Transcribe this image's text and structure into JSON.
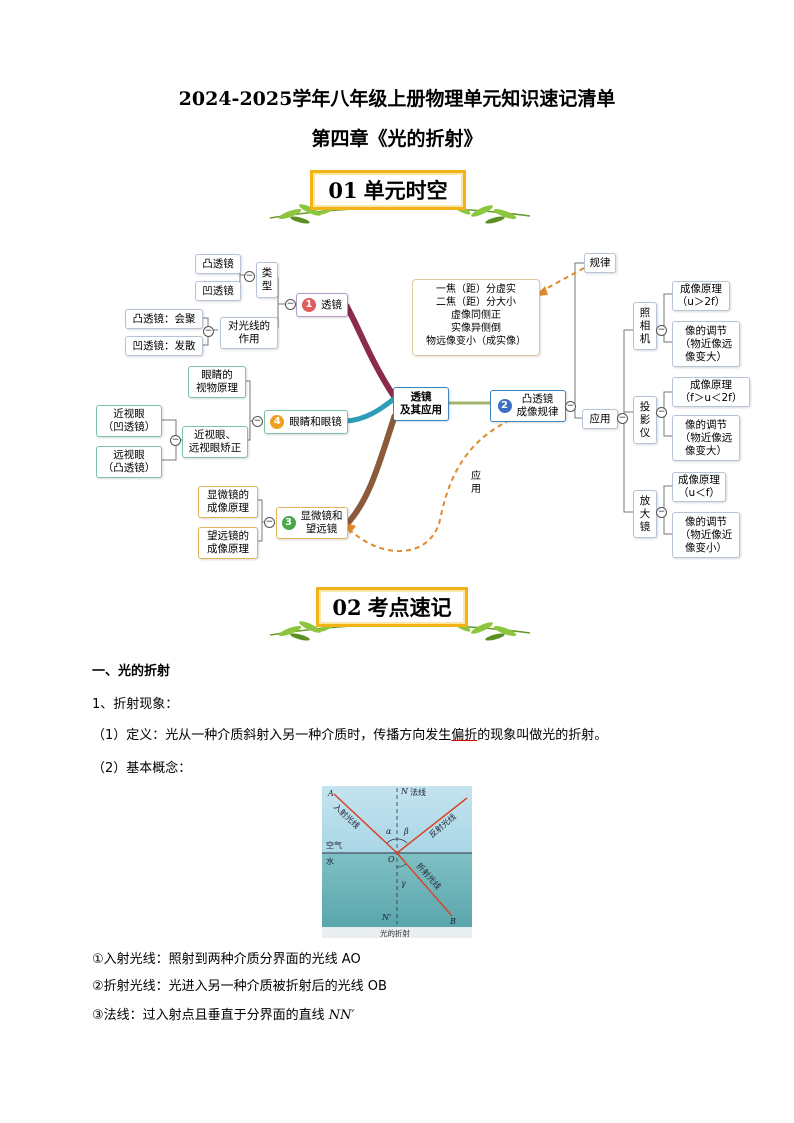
{
  "title": "2024-2025学年八年级上册物理单元知识速记清单",
  "subtitle": "第四章《光的折射》",
  "banner1": {
    "num": "01",
    "label": "单元时空"
  },
  "banner2": {
    "num": "02",
    "label": "考点速记"
  },
  "mindmap": {
    "center": "透镜\n及其应用",
    "b1": {
      "num": "1",
      "label": "透镜",
      "color": "#e05b5b"
    },
    "b2": {
      "num": "2",
      "label": "凸透镜\n成像规律",
      "color": "#3b6fc4"
    },
    "b3": {
      "num": "3",
      "label": "显微镜和\n望远镜",
      "color": "#4aa84a"
    },
    "b4": {
      "num": "4",
      "label": "眼睛和眼镜",
      "color": "#f0a020"
    },
    "type": "类\n型",
    "convex": "凸透镜",
    "concave": "凹透镜",
    "effect": "对光线的\n作用",
    "convex_effect": "凸透镜：会聚",
    "concave_effect": "凹透镜：发散",
    "eye_principle": "眼睛的\n视物原理",
    "correction": "近视眼、\n远视眼矫正",
    "myopia": "近视眼\n（凹透镜）",
    "hyperopia": "远视眼\n（凸透镜）",
    "microscope": "显微镜的\n成像原理",
    "telescope": "望远镜的\n成像原理",
    "law": "规律",
    "rule": "一焦（距）分虚实\n二焦（距）分大小\n虚像同侧正\n实像异侧倒\n物远像变小（成实像）",
    "apply": "应用",
    "apply_arrow": "应\n用",
    "camera": "照\n相\n机",
    "projector": "投\n影\n仪",
    "magnifier": "放\n大\n镜",
    "camera_principle": "成像原理\n（u＞2f）",
    "camera_adjust": "像的调节\n（物近像远\n像变大）",
    "projector_principle": "成像原理\n（f＞u＜2f）",
    "projector_adjust": "像的调节\n（物近像远\n像变大）",
    "magnifier_principle": "成像原理\n（u＜f）",
    "magnifier_adjust": "像的调节\n（物近像近\n像变小）"
  },
  "section": "一、光的折射",
  "item1": "1、折射现象：",
  "def_pre": "（1）定义：光从一种介质斜射入另一种介质时，传播方向发生",
  "def_mark": "偏折",
  "def_post": "的现象叫做光的折射。",
  "item2": "（2）基本概念：",
  "figure": {
    "caption": "光的折射",
    "N": "N",
    "normal": "法线",
    "A": "A",
    "incident": "入射光线",
    "reflected": "反射光线",
    "refracted": "折射光线",
    "air": "空气",
    "water": "水",
    "O": "O",
    "alpha": "α",
    "beta": "β",
    "gamma": "γ",
    "Nprime": "N'",
    "B": "B"
  },
  "line1": "①入射光线：照射到两种介质分界面的光线 AO",
  "line2": "②折射光线：光进入另一种介质被折射后的光线 OB",
  "line3_pre": "③法线：过入射点且垂直于分界面的直线",
  "line3_math": "NN′"
}
